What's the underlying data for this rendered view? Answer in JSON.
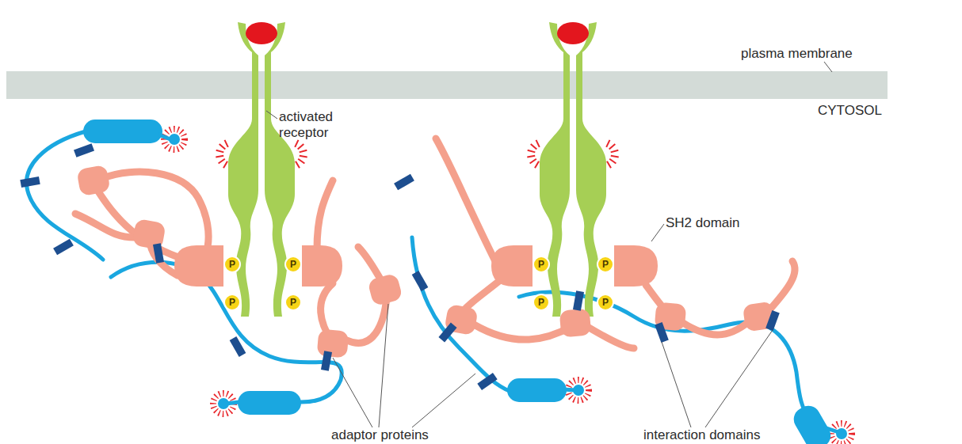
{
  "diagram": {
    "nodes": [
      {
        "text": [
          "P"
        ]
      },
      {
        "text": [
          "P"
        ]
      },
      {
        "text": [
          "P"
        ]
      },
      {
        "text": [
          "P"
        ]
      },
      {
        "text": [
          "P"
        ]
      },
      {
        "text": [
          "P"
        ]
      },
      {
        "text": [
          "P"
        ]
      },
      {
        "text": [
          "P"
        ]
      }
    ],
    "labels": [
      "plasma membrane",
      "CYTOSOL",
      "activated receptor",
      "SH2 domain",
      "adaptor proteins",
      "interaction domains"
    ]
  }
}
